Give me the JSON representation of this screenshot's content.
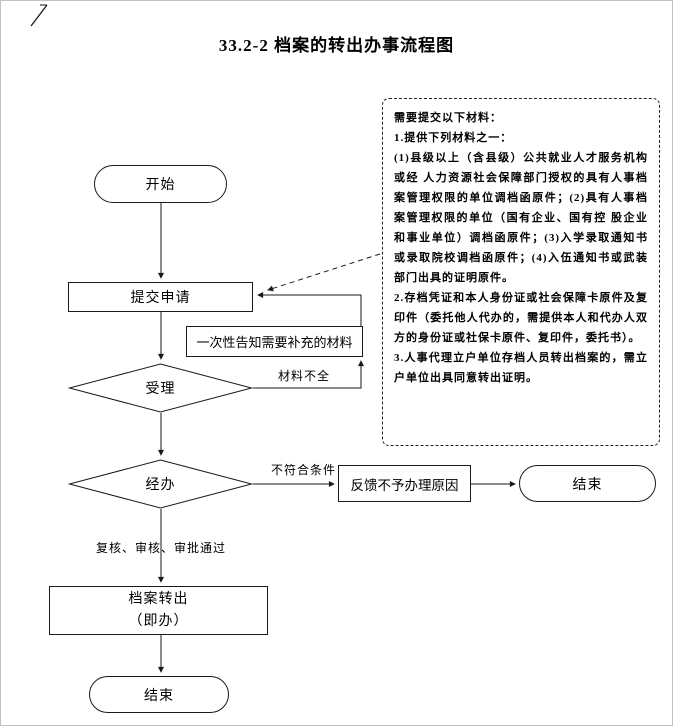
{
  "title": "33.2-2 档案的转出办事流程图",
  "nodes": {
    "start": "开始",
    "submit": "提交申请",
    "accept": "受理",
    "notify": "一次性告知需要补充的材料",
    "handle": "经办",
    "feedback": "反馈不予办理原因",
    "end_right": "结束",
    "transfer_line1": "档案转出",
    "transfer_line2": "（即办）",
    "end_bottom": "结束"
  },
  "edge_labels": {
    "incomplete": "材料不全",
    "not_qualified": "不符合条件",
    "approved": "复核、审核、审批通过"
  },
  "materials": {
    "header": "需要提交以下材料：",
    "item1_title": "1.提供下列材料之一：",
    "item1_body": "(1)县级以上（含县级）公共就业人才服务机构或经 人力资源社会保障部门授权的具有人事档案管理权限的单位调档函原件；(2)具有人事档案管理权限的单位（国有企业、国有控 股企业和事业单位）调档函原件；(3)入学录取通知书或录取院校调档函原件；(4)入伍通知书或武装部门出具的证明原件。",
    "item2": "2.存档凭证和本人身份证或社会保障卡原件及复印件（委托他人代办的，需提供本人和代办人双方的身份证或社保卡原件、复印件，委托书）。",
    "item3": "3.人事代理立户单位存档人员转出档案的，需立户单位出具同意转出证明。"
  },
  "colors": {
    "line": "#1a1a1a",
    "background": "#ffffff",
    "text": "#000000"
  }
}
